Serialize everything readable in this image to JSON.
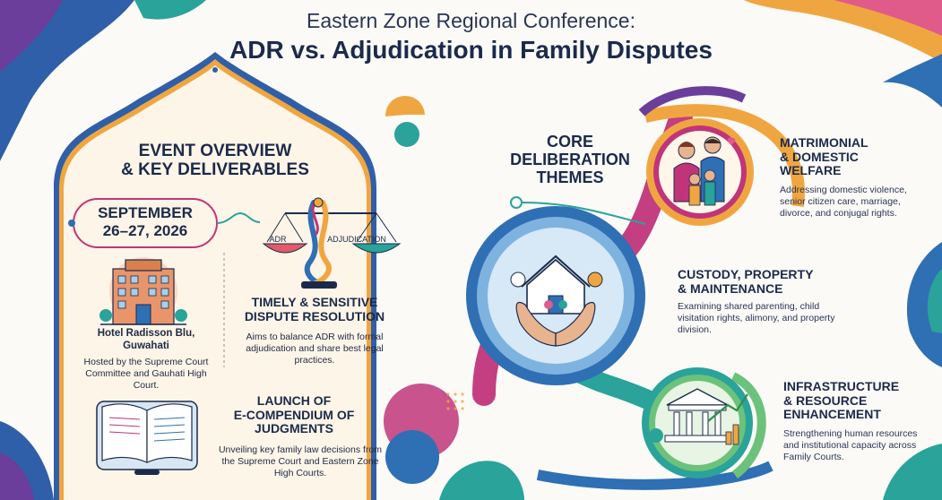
{
  "header": {
    "subtitle": "Eastern Zone Regional Conference:",
    "title": "ADR vs. Adjudication in Family Disputes"
  },
  "overview": {
    "heading_line1": "EVENT OVERVIEW",
    "heading_line2": "& KEY DELIVERABLES",
    "date_line1": "SEPTEMBER",
    "date_line2": "26–27, 2026",
    "venue_name_line1": "Hotel Radisson Blu,",
    "venue_name_line2": "Guwahati",
    "venue_desc": "Hosted by the Supreme Court Committee and Gauhati High Court.",
    "scale_left_label": "ADR",
    "scale_right_label": "ADJUDICATION",
    "timely_heading_line1": "TIMELY & SENSITIVE",
    "timely_heading_line2": "DISPUTE RESOLUTION",
    "timely_desc": "Aims to balance ADR with formal adjudication and share best legal practices.",
    "launch_heading_line1": "LAUNCH OF",
    "launch_heading_line2": "E-COMPENDIUM OF",
    "launch_heading_line3": "JUDGMENTS",
    "launch_desc": "Unveiling key family law decisions from the Supreme Court and Eastern Zone High Courts."
  },
  "themes": {
    "heading_line1": "CORE",
    "heading_line2": "DELIBERATION",
    "heading_line3": "THEMES",
    "items": [
      {
        "title_line1": "MATRIMONIAL",
        "title_line2": "& DOMESTIC",
        "title_line3": "WELFARE",
        "desc": "Addressing domestic violence, senior citizen care, marriage, divorce, and conjugal rights."
      },
      {
        "title_line1": "CUSTODY, PROPERTY",
        "title_line2": "& MAINTENANCE",
        "desc": "Examining shared parenting, child visitation rights, alimony, and property division."
      },
      {
        "title_line1": "INFRASTRUCTURE",
        "title_line2": "& RESOURCE",
        "title_line3": "ENHANCEMENT",
        "desc": "Strengthening human resources and institutional capacity across Family Courts."
      }
    ]
  },
  "colors": {
    "navy": "#1c2a4a",
    "blue": "#2f6fb4",
    "teal": "#2aa39a",
    "magenta": "#c0357a",
    "orange": "#f0a640",
    "cream": "#fdf5e8"
  }
}
